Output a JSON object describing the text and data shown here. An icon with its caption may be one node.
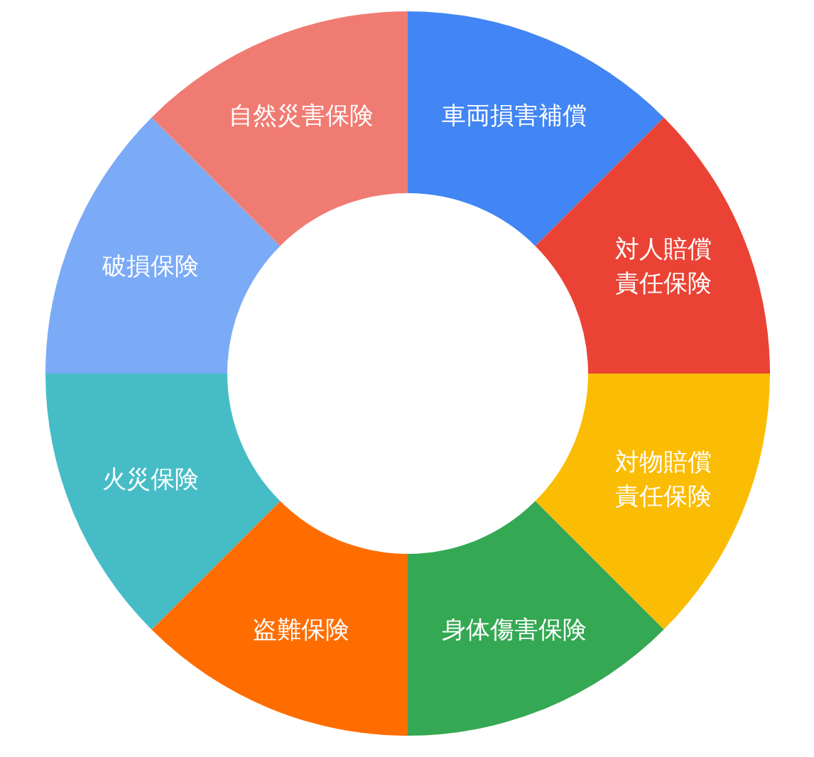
{
  "diagram": {
    "nodes": [
      {
        "text": [
          "車両損害補償"
        ]
      },
      {
        "text": [
          "対人賠償責任保険"
        ]
      },
      {
        "text": [
          "対物賠償責任保険"
        ]
      },
      {
        "text": [
          "身体傷害保険"
        ]
      },
      {
        "text": [
          "盗難保険"
        ]
      },
      {
        "text": [
          "火災保険"
        ]
      },
      {
        "text": [
          "破損保険"
        ]
      },
      {
        "text": [
          "自然災害保険"
        ]
      }
    ]
  }
}
